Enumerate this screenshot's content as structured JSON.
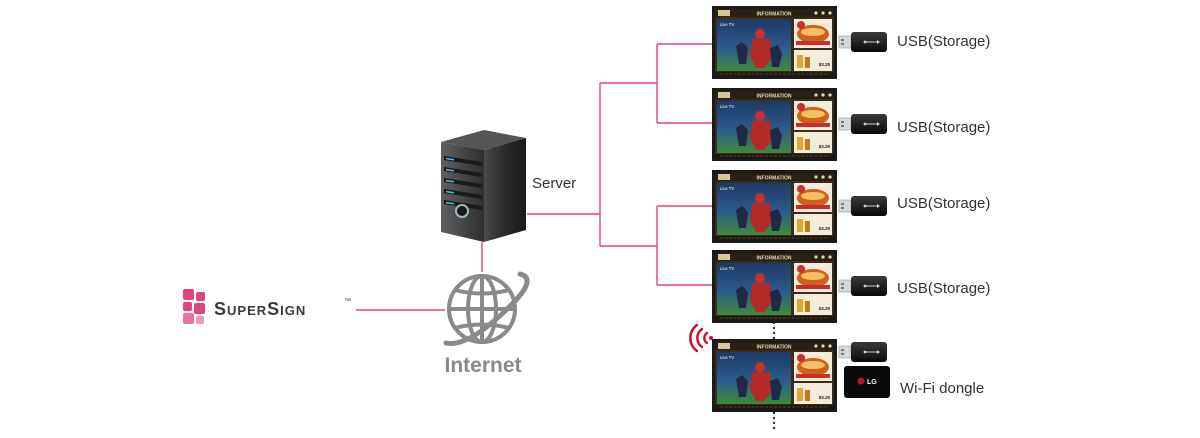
{
  "logo": {
    "text": "SuperSign",
    "tm": "™"
  },
  "internet": {
    "label": "Internet"
  },
  "server": {
    "label": "Server"
  },
  "displays": [
    {
      "header": "INFORMATION",
      "tv_label": "Live TV",
      "price": "$3.25",
      "accessory_label": "USB(Storage)"
    },
    {
      "header": "INFORMATION",
      "tv_label": "Live TV",
      "price": "$3.25",
      "accessory_label": "USB(Storage)"
    },
    {
      "header": "INFORMATION",
      "tv_label": "Live TV",
      "price": "$3.25",
      "accessory_label": "USB(Storage)"
    },
    {
      "header": "INFORMATION",
      "tv_label": "Live TV",
      "price": "$3.25",
      "accessory_label": "USB(Storage)"
    },
    {
      "header": "INFORMATION",
      "tv_label": "Live TV",
      "price": "$3.25",
      "accessory_label": "Wi-Fi dongle"
    }
  ],
  "dongle": {
    "brand": "LG"
  },
  "colors": {
    "link": "#e0447e",
    "wifi": "#c8102e",
    "logo": "#e0447e",
    "text": "#333333",
    "globe": "#8a8a8a"
  }
}
